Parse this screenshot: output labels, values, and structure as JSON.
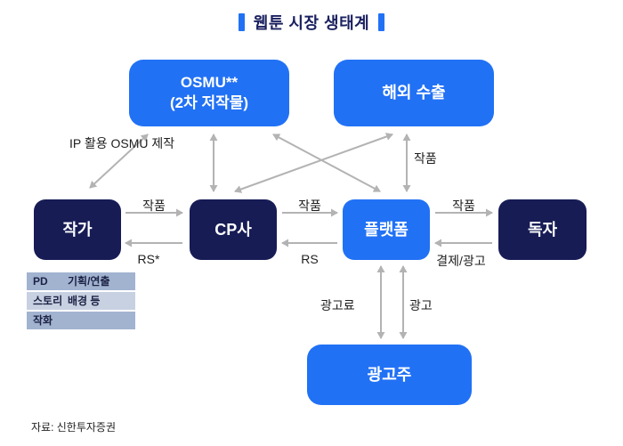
{
  "title": {
    "text": "웹툰 시장 생태계"
  },
  "boxes": {
    "osmu": {
      "line1": "OSMU**",
      "line2": "(2차 저작물)"
    },
    "export": {
      "label": "해외 수출"
    },
    "author": {
      "label": "작가"
    },
    "cp": {
      "label": "CP사"
    },
    "platform": {
      "label": "플랫폼"
    },
    "reader": {
      "label": "독자"
    },
    "advertiser": {
      "label": "광고주"
    }
  },
  "arrow_labels": {
    "ip_osmu": "IP 활용 OSMU 제작",
    "work_export": "작품",
    "work_author_cp": "작품",
    "rs_star": "RS*",
    "work_cp_platform": "작품",
    "rs": "RS",
    "work_platform_reader": "작품",
    "payment_ad": "결제/광고",
    "ad_fee": "광고료",
    "ad": "광고"
  },
  "author_table": {
    "rows": [
      {
        "role": "PD",
        "desc": "기획/연출"
      },
      {
        "role": "스토리",
        "desc": "배경 등"
      },
      {
        "role": "작화",
        "desc": ""
      }
    ]
  },
  "source": "자료: 신한투자증권",
  "colors": {
    "navy_box": "#171c55",
    "blue_box": "#2171f5",
    "arrow_gray": "#b3b3b3",
    "table_row_dark": "#a2b3d0",
    "table_row_light": "#c8d1e2",
    "title_navy": "#1b2160"
  }
}
